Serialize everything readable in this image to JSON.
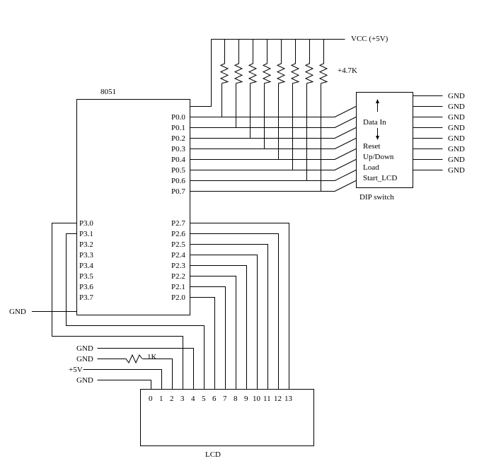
{
  "chip": {
    "label": "8051",
    "p0_pins": [
      "P0.0",
      "P0.1",
      "P0.2",
      "P0.3",
      "P0.4",
      "P0.5",
      "P0.6",
      "P0.7"
    ],
    "p3_pins": [
      "P3.0",
      "P3.1",
      "P3.2",
      "P3.3",
      "P3.4",
      "P3.5",
      "P3.6",
      "P3.7"
    ],
    "p2_pins": [
      "P2.7",
      "P2.6",
      "P2.5",
      "P2.4",
      "P2.3",
      "P2.2",
      "P2.1",
      "P2.0"
    ]
  },
  "power": {
    "vcc_label": "VCC (+5V)",
    "pullup_label": "4.7K",
    "chip_gnd_label": "GND"
  },
  "dip": {
    "label": "DIP switch",
    "data_in_label": "Data In",
    "controls": [
      "Reset",
      "Up/Down",
      "Load",
      "Start_LCD"
    ],
    "gnd_labels": [
      "GND",
      "GND",
      "GND",
      "GND",
      "GND",
      "GND",
      "GND",
      "GND"
    ]
  },
  "lcd": {
    "label": "LCD",
    "pins": [
      "0",
      "1",
      "2",
      "3",
      "4",
      "5",
      "6",
      "7",
      "8",
      "9",
      "10",
      "11",
      "12",
      "13"
    ],
    "supply_labels": [
      "GND",
      "GND",
      "+5V",
      "GND"
    ],
    "contrast_resistor_label": "1K"
  }
}
